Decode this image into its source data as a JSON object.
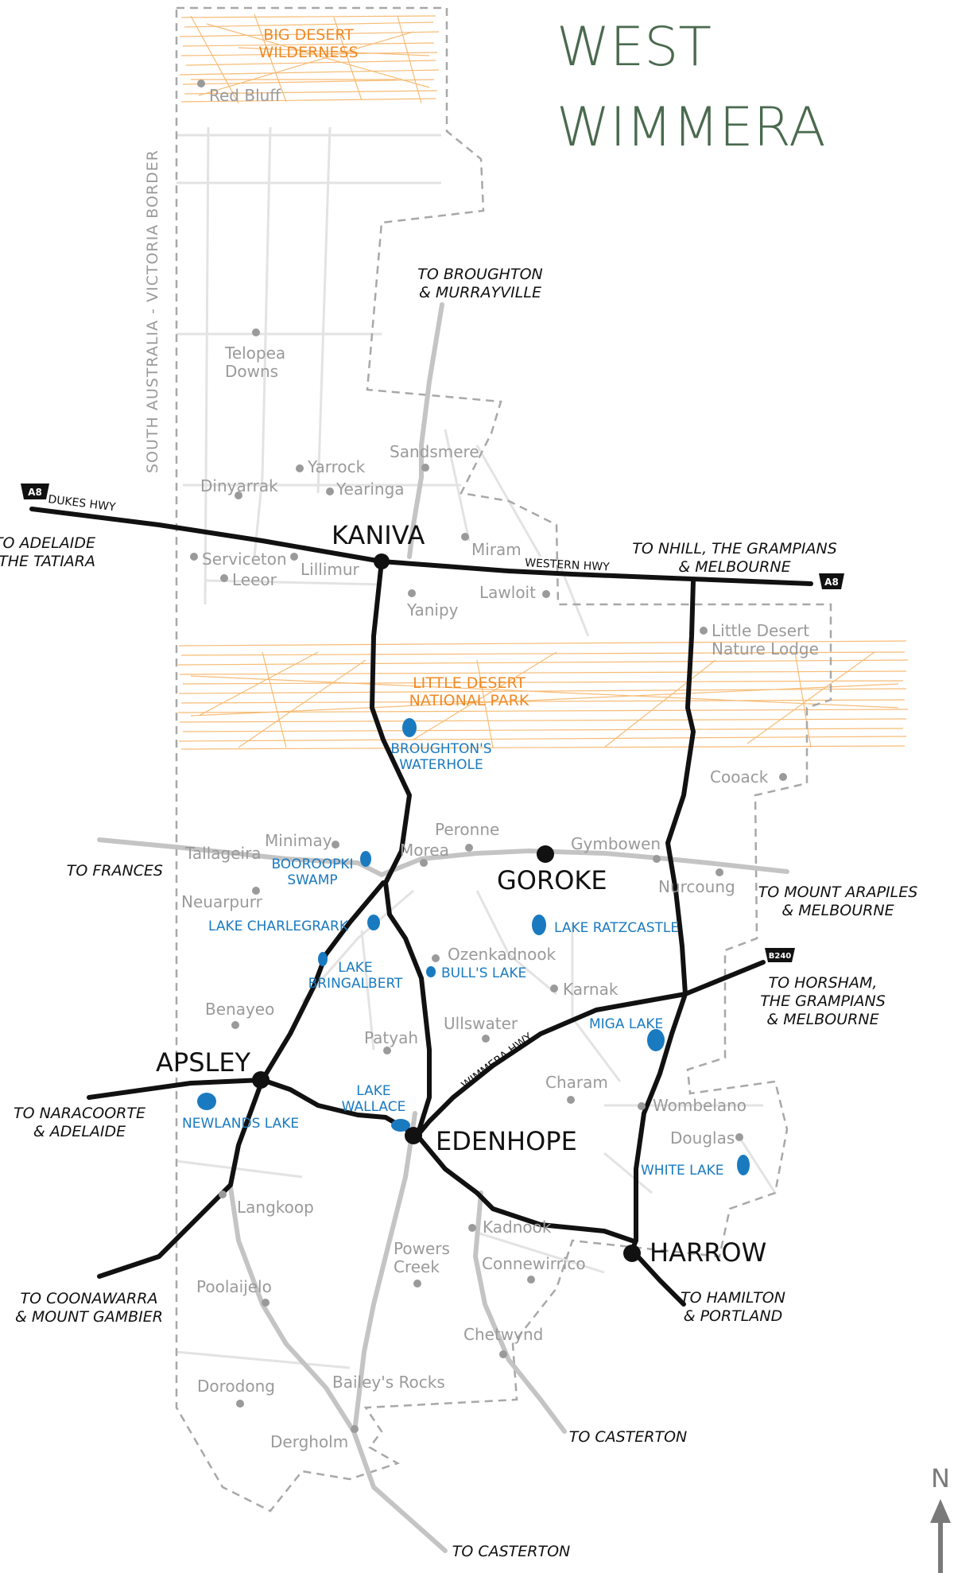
{
  "title": {
    "line1": "WEST",
    "line2": "WIMMERA"
  },
  "north_label": "N",
  "border_label": "SOUTH AUSTRALIA - VICTORIA BORDER",
  "parks": [
    {
      "id": "big-desert",
      "lines": [
        "BIG DESERT",
        "WILDERNESS"
      ]
    },
    {
      "id": "little-desert",
      "lines": [
        "LITTLE DESERT",
        "NATIONAL PARK"
      ]
    }
  ],
  "major_towns": [
    {
      "id": "kaniva",
      "name": "KANIVA"
    },
    {
      "id": "goroke",
      "name": "GOROKE"
    },
    {
      "id": "apsley",
      "name": "APSLEY"
    },
    {
      "id": "edenhope",
      "name": "EDENHOPE"
    },
    {
      "id": "harrow",
      "name": "HARROW"
    }
  ],
  "minor_towns": [
    {
      "id": "red-bluff",
      "lines": [
        "Red Bluff"
      ]
    },
    {
      "id": "telopea-downs",
      "lines": [
        "Telopea",
        "Downs"
      ]
    },
    {
      "id": "sandsmere",
      "lines": [
        "Sandsmere"
      ]
    },
    {
      "id": "yarrock",
      "lines": [
        "Yarrock"
      ]
    },
    {
      "id": "dinyarrak",
      "lines": [
        "Dinyarrak"
      ]
    },
    {
      "id": "yearinga",
      "lines": [
        "Yearinga"
      ]
    },
    {
      "id": "miram",
      "lines": [
        "Miram"
      ]
    },
    {
      "id": "serviceton",
      "lines": [
        "Serviceton"
      ]
    },
    {
      "id": "lillimur",
      "lines": [
        "Lillimur"
      ]
    },
    {
      "id": "leeor",
      "lines": [
        "Leeor"
      ]
    },
    {
      "id": "lawloit",
      "lines": [
        "Lawloit"
      ]
    },
    {
      "id": "yanipy",
      "lines": [
        "Yanipy"
      ]
    },
    {
      "id": "little-desert-lodge",
      "lines": [
        "Little Desert",
        "Nature Lodge"
      ]
    },
    {
      "id": "cooack",
      "lines": [
        "Cooack"
      ]
    },
    {
      "id": "minimay",
      "lines": [
        "Minimay"
      ]
    },
    {
      "id": "peronne",
      "lines": [
        "Peronne"
      ]
    },
    {
      "id": "tallageira",
      "lines": [
        "Tallageira"
      ]
    },
    {
      "id": "morea",
      "lines": [
        "Morea"
      ]
    },
    {
      "id": "gymbowen",
      "lines": [
        "Gymbowen"
      ]
    },
    {
      "id": "neuarpurr",
      "lines": [
        "Neuarpurr"
      ]
    },
    {
      "id": "nurcoung",
      "lines": [
        "Nurcoung"
      ]
    },
    {
      "id": "ozenkadnook",
      "lines": [
        "Ozenkadnook"
      ]
    },
    {
      "id": "karnak",
      "lines": [
        "Karnak"
      ]
    },
    {
      "id": "benayeo",
      "lines": [
        "Benayeo"
      ]
    },
    {
      "id": "ullswater",
      "lines": [
        "Ullswater"
      ]
    },
    {
      "id": "patyah",
      "lines": [
        "Patyah"
      ]
    },
    {
      "id": "charam",
      "lines": [
        "Charam"
      ]
    },
    {
      "id": "wombelano",
      "lines": [
        "Wombelano"
      ]
    },
    {
      "id": "douglas",
      "lines": [
        "Douglas"
      ]
    },
    {
      "id": "langkoop",
      "lines": [
        "Langkoop"
      ]
    },
    {
      "id": "kadnook",
      "lines": [
        "Kadnook"
      ]
    },
    {
      "id": "powers-creek",
      "lines": [
        "Powers",
        "Creek"
      ]
    },
    {
      "id": "connewirrico",
      "lines": [
        "Connewirrico"
      ]
    },
    {
      "id": "poolaijelo",
      "lines": [
        "Poolaijelo"
      ]
    },
    {
      "id": "chetwynd",
      "lines": [
        "Chetwynd"
      ]
    },
    {
      "id": "dorodong",
      "lines": [
        "Dorodong"
      ]
    },
    {
      "id": "baileys-rocks",
      "lines": [
        "Bailey's Rocks"
      ]
    },
    {
      "id": "dergholm",
      "lines": [
        "Dergholm"
      ]
    }
  ],
  "lakes": [
    {
      "id": "broughtons-waterhole",
      "lines": [
        "BROUGHTON'S",
        "WATERHOLE"
      ]
    },
    {
      "id": "booroopki-swamp",
      "lines": [
        "BOOROOPKI",
        "SWAMP"
      ]
    },
    {
      "id": "lake-charlegrark",
      "lines": [
        "LAKE CHARLEGRARK"
      ]
    },
    {
      "id": "lake-bringalbert",
      "lines": [
        "LAKE",
        "BRINGALBERT"
      ]
    },
    {
      "id": "bulls-lake",
      "lines": [
        "BULL'S LAKE"
      ]
    },
    {
      "id": "lake-ratzcastle",
      "lines": [
        "LAKE RATZCASTLE"
      ]
    },
    {
      "id": "miga-lake",
      "lines": [
        "MIGA LAKE"
      ]
    },
    {
      "id": "newlands-lake",
      "lines": [
        "NEWLANDS LAKE"
      ]
    },
    {
      "id": "lake-wallace",
      "lines": [
        "LAKE",
        "WALLACE"
      ]
    },
    {
      "id": "white-lake",
      "lines": [
        "WHITE LAKE"
      ]
    }
  ],
  "destinations": [
    {
      "id": "to-broughton",
      "lines": [
        "TO BROUGHTON",
        "& MURRAYVILLE"
      ]
    },
    {
      "id": "to-adelaide-tatiara",
      "lines": [
        "TO ADELAIDE",
        "& THE TATIARA"
      ]
    },
    {
      "id": "to-nhill",
      "lines": [
        "TO NHILL, THE GRAMPIANS",
        "& MELBOURNE"
      ]
    },
    {
      "id": "to-frances",
      "lines": [
        "TO FRANCES"
      ]
    },
    {
      "id": "to-mount-arapiles",
      "lines": [
        "TO MOUNT ARAPILES",
        "& MELBOURNE"
      ]
    },
    {
      "id": "to-horsham",
      "lines": [
        "TO HORSHAM,",
        "THE GRAMPIANS",
        "& MELBOURNE"
      ]
    },
    {
      "id": "to-naracoorte",
      "lines": [
        "TO NARACOORTE",
        "& ADELAIDE"
      ]
    },
    {
      "id": "to-coonawarra",
      "lines": [
        "TO COONAWARRA",
        "& MOUNT GAMBIER"
      ]
    },
    {
      "id": "to-hamilton",
      "lines": [
        "TO HAMILTON",
        "& PORTLAND"
      ]
    },
    {
      "id": "to-casterton-1",
      "lines": [
        "TO CASTERTON"
      ]
    },
    {
      "id": "to-casterton-2",
      "lines": [
        "TO CASTERTON"
      ]
    }
  ],
  "highways": [
    {
      "id": "dukes-hwy",
      "label": "DUKES HWY"
    },
    {
      "id": "western-hwy",
      "label": "WESTERN HWY"
    },
    {
      "id": "wimmera-hwy",
      "label": "WIMMERA HWY"
    }
  ],
  "shields": [
    {
      "id": "a8-west",
      "label": "A8"
    },
    {
      "id": "a8-east",
      "label": "A8"
    },
    {
      "id": "b240",
      "label": "B240"
    }
  ],
  "colors": {
    "title": "#4a6a4e",
    "major_road": "#111111",
    "minor_road": "#c4c4c4",
    "track": "#e2e2e2",
    "boundary": "#a8a8a8",
    "lake": "#1a7ac0",
    "park": "#f6b467",
    "park_text": "#f08a24",
    "minor_town": "#9a9a9a"
  }
}
